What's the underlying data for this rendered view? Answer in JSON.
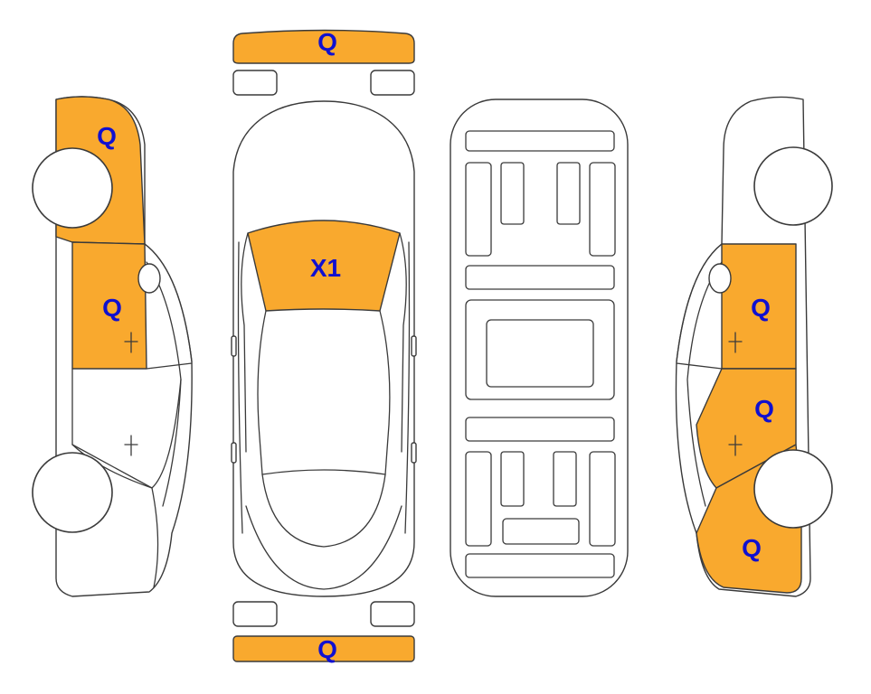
{
  "colors": {
    "damage_fill": "#f9a92e",
    "label_color": "#1010d0",
    "outline": "#3a3a3a",
    "background": "#ffffff"
  },
  "views": {
    "front_bumper": {
      "code": "Q"
    },
    "rear_bumper": {
      "code": "Q"
    },
    "hood": {
      "code": "X1"
    },
    "left_side": {
      "front_fender": {
        "code": "Q"
      },
      "front_door": {
        "code": "Q"
      }
    },
    "right_side": {
      "front_door": {
        "code": "Q"
      },
      "rear_door": {
        "code": "Q"
      },
      "rear_quarter": {
        "code": "Q"
      }
    }
  }
}
